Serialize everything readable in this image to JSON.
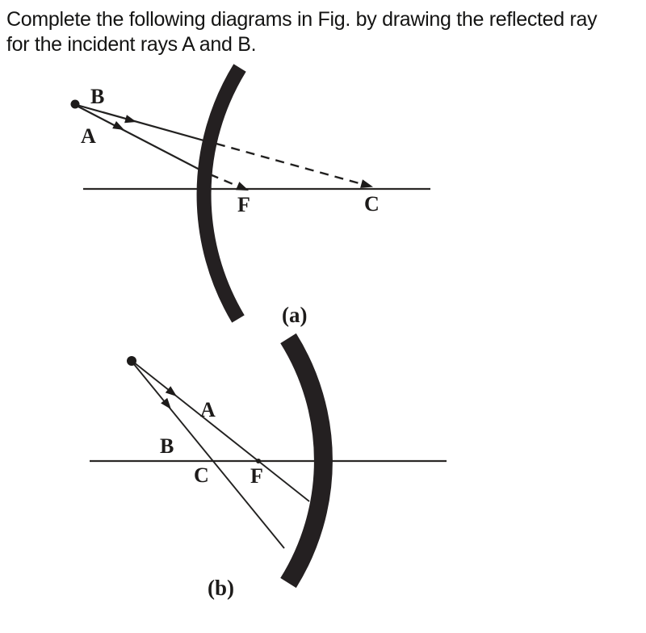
{
  "question": {
    "line1": "Complete the following diagrams in Fig. by drawing the reflected ray",
    "line2": "for the incident rays A and B."
  },
  "figure": {
    "a": {
      "caption": "(a)",
      "labels": {
        "rayB": "B",
        "rayA": "A",
        "focus": "F",
        "center": "C"
      }
    },
    "b": {
      "caption": "(b)",
      "labels": {
        "rayA": "A",
        "rayB": "B",
        "center": "C",
        "focus": "F"
      }
    }
  },
  "colors": {
    "ink": "#1d1b1a",
    "mirror": "#242021",
    "background": "#ffffff"
  }
}
